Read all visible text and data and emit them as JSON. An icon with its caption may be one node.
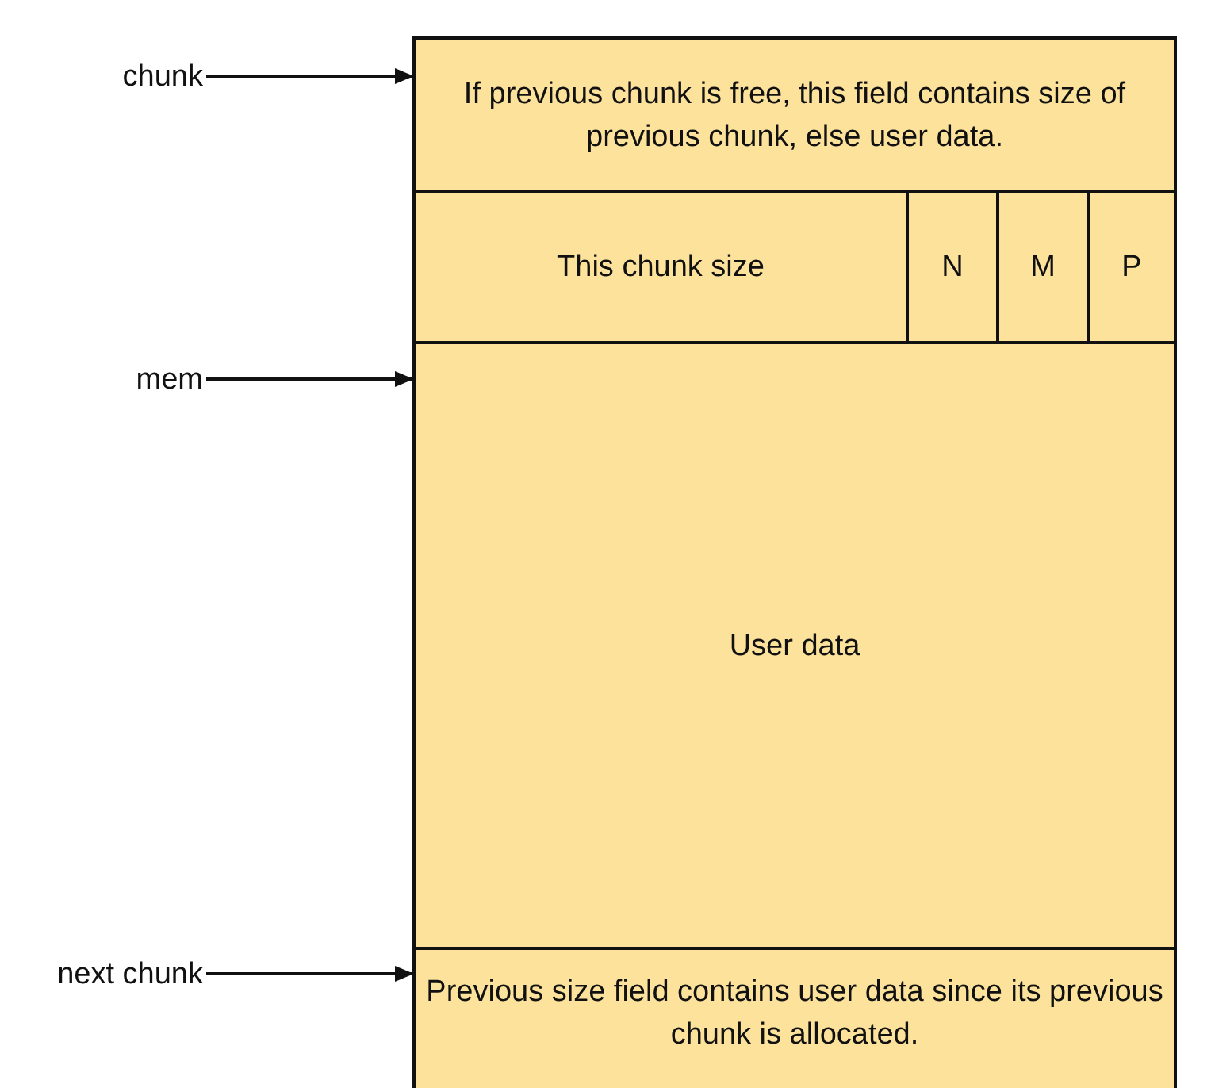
{
  "diagram": {
    "nodes": [
      {
        "text": [
          "chunk"
        ]
      },
      {
        "text": [
          "mem"
        ]
      },
      {
        "text": [
          "next chunk"
        ]
      },
      {
        "text": [
          "If previous chunk is free, this field contains size of previous chunk, else user data."
        ]
      },
      {
        "text": [
          "This chunk size"
        ]
      },
      {
        "text": [
          "N"
        ]
      },
      {
        "text": [
          "M"
        ]
      },
      {
        "text": [
          "P"
        ]
      },
      {
        "text": [
          "User data"
        ]
      },
      {
        "text": [
          "Previous size field contains user data since its previous chunk is allocated."
        ]
      }
    ],
    "edges": [
      {
        "from": 0,
        "to": 3,
        "arrow": "to"
      },
      {
        "from": 1,
        "to": 8,
        "arrow": "to"
      },
      {
        "from": 2,
        "to": 9,
        "arrow": "to"
      }
    ]
  }
}
